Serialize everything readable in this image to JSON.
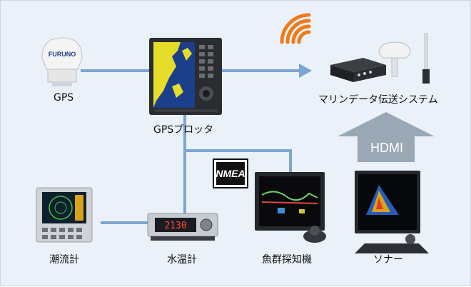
{
  "devices": {
    "gps": {
      "label": "GPS",
      "brand": "FURUNO"
    },
    "plotter": {
      "label": "GPSプロッタ"
    },
    "marine_system": {
      "label": "マリンデータ伝送システム"
    },
    "tidal_meter": {
      "label": "潮流計"
    },
    "water_temp": {
      "label": "水温計",
      "readout": "2130"
    },
    "fish_finder": {
      "label": "魚群探知機"
    },
    "sonar": {
      "label": "ソナー"
    }
  },
  "badges": {
    "hdmi": "HDMI",
    "nmea": "NMEA"
  },
  "colors": {
    "background": "#eaf1f8",
    "connection_line": "#7ea5d0",
    "hdmi_arrow": "#9aa7b5",
    "wifi": "#f07a1a",
    "device_dark": "#2c2f33"
  },
  "icons": [
    "wifi-signal-icon",
    "arrow-right-icon",
    "arrow-up-icon"
  ]
}
